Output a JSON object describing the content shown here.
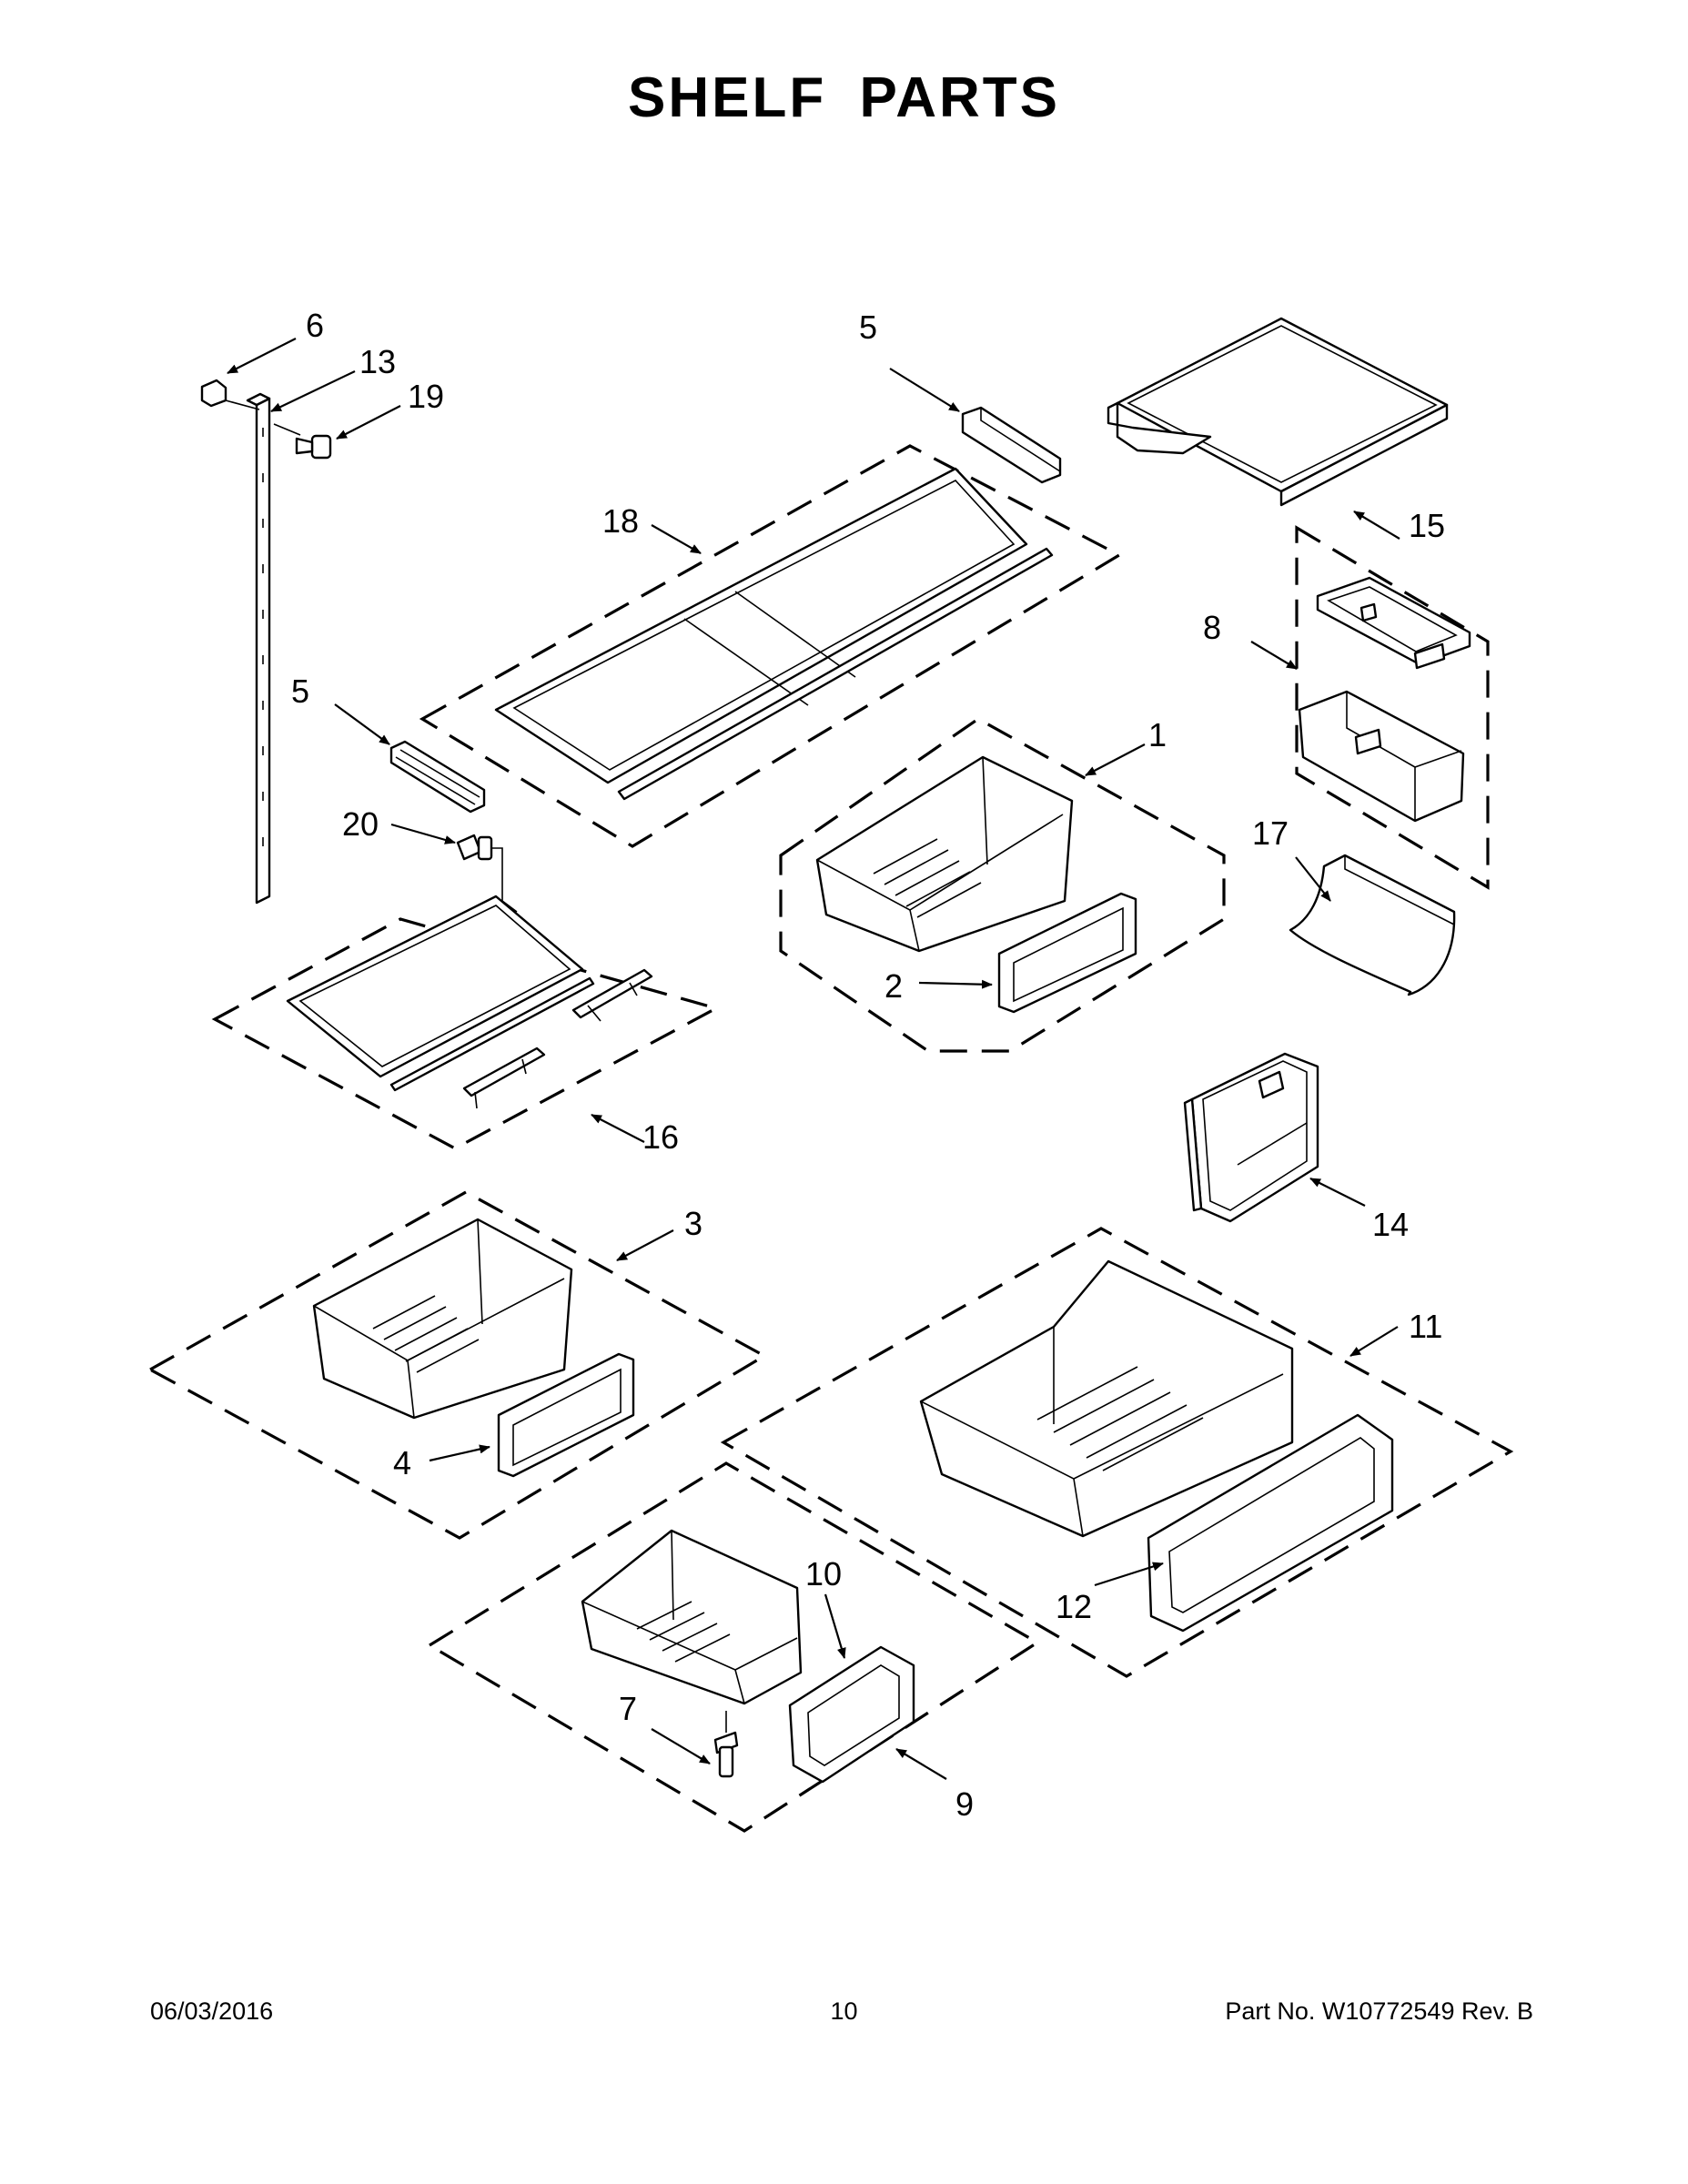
{
  "title": "SHELF PARTS",
  "callouts": {
    "c1": "1",
    "c2": "2",
    "c3": "3",
    "c4": "4",
    "c5a": "5",
    "c5b": "5",
    "c6": "6",
    "c7": "7",
    "c8": "8",
    "c9": "9",
    "c10": "10",
    "c11": "11",
    "c12": "12",
    "c13": "13",
    "c14": "14",
    "c15": "15",
    "c16": "16",
    "c17": "17",
    "c18": "18",
    "c19": "19",
    "c20": "20"
  },
  "footer": {
    "date": "06/03/2016",
    "page": "10",
    "part_no": "Part No.  W10772549  Rev.  B"
  }
}
